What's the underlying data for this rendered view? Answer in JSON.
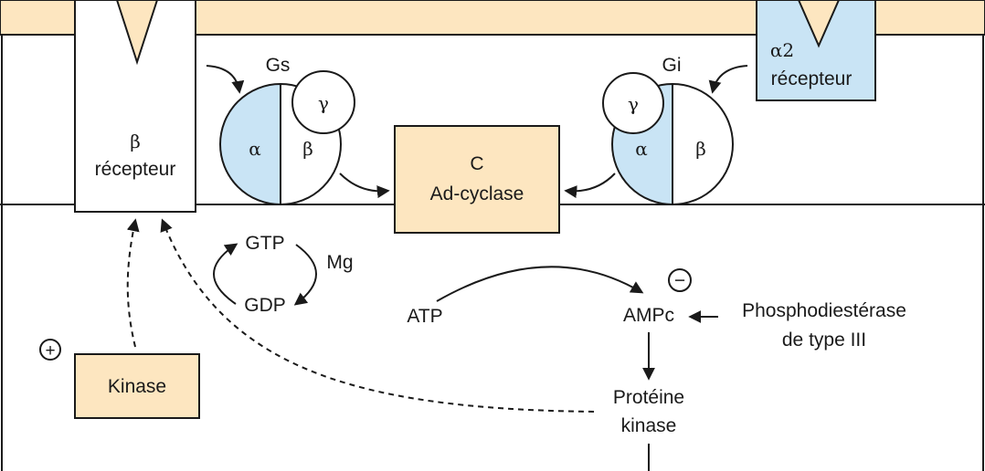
{
  "colors": {
    "membrane": "#fde6c0",
    "box_fill": "#fde6c0",
    "alpha_fill": "#c9e4f5",
    "alpha2_receptor": "#c9e4f5",
    "line": "#1a1a1a"
  },
  "beta_receptor": {
    "symbol": "β",
    "label": "récepteur"
  },
  "alpha2_receptor": {
    "symbol": "α2",
    "label": "récepteur"
  },
  "gs_protein": {
    "name": "Gs",
    "alpha": "α",
    "beta": "β",
    "gamma": "γ"
  },
  "gi_protein": {
    "name": "Gi",
    "alpha": "α",
    "beta": "β",
    "gamma": "γ"
  },
  "adenylate_cyclase": {
    "line1": "C",
    "line2": "Ad-cyclase"
  },
  "gtp_cycle": {
    "gtp": "GTP",
    "gdp": "GDP",
    "cofactor": "Mg"
  },
  "atp": "ATP",
  "ampc": "AMPc",
  "minus_sign": "−",
  "plus_sign": "+",
  "phosphodiesterase": {
    "line1": "Phosphodiestérase",
    "line2": "de type III"
  },
  "proteine_kinase": {
    "line1": "Protéine",
    "line2": "kinase"
  },
  "kinase": "Kinase"
}
